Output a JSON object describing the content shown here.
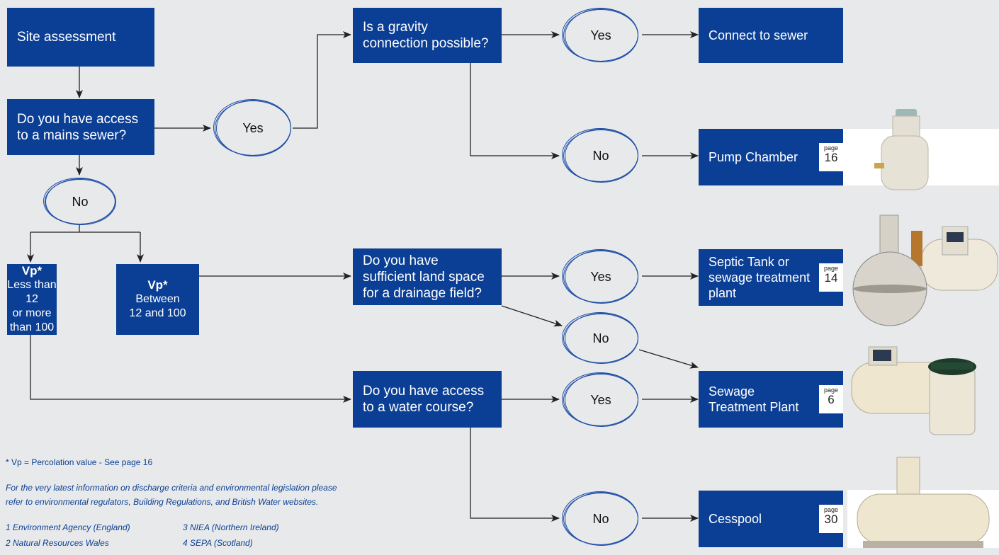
{
  "steps": {
    "site_assessment": "Site assessment",
    "mains_sewer": "Do you have access\nto a mains sewer?",
    "gravity": "Is a gravity\nconnection possible?",
    "land_space": "Do you have\nsufficient land space\nfor a drainage field?",
    "water_course": "Do you have access\nto a water course?"
  },
  "vp_boxes": [
    {
      "head": "Vp*",
      "text": "Less than 12\nor more\nthan 100"
    },
    {
      "head": "Vp*",
      "text": "Between\n12 and 100"
    }
  ],
  "answers": {
    "yes": "Yes",
    "no": "No"
  },
  "results": {
    "connect_sewer": {
      "label": "Connect to sewer"
    },
    "pump_chamber": {
      "label": "Pump Chamber",
      "page_word": "page",
      "page": "16"
    },
    "septic_tank": {
      "label": "Septic Tank or\nsewage treatment\nplant",
      "page_word": "page",
      "page": "14"
    },
    "sewage_plant": {
      "label": "Sewage\nTreatment Plant",
      "page_word": "page",
      "page": "6"
    },
    "cesspool": {
      "label": "Cesspool",
      "page_word": "page",
      "page": "30"
    }
  },
  "notes": {
    "vp_footnote": "* Vp = Percolation value - See page 16",
    "latest_info_line1": "For the very latest information on discharge criteria and environmental legislation please",
    "latest_info_line2": "refer to environmental regulators, Building Regulations, and British Water websites.",
    "regulators": [
      "1  Environment Agency (England)",
      "2  Natural Resources Wales",
      "3  NIEA (Northern Ireland)",
      "4  SEPA (Scotland)"
    ]
  },
  "colors": {
    "background": "#e8e9ea",
    "box": "#0b3f95",
    "ring": "#1f4fa8",
    "line": "#222222"
  }
}
